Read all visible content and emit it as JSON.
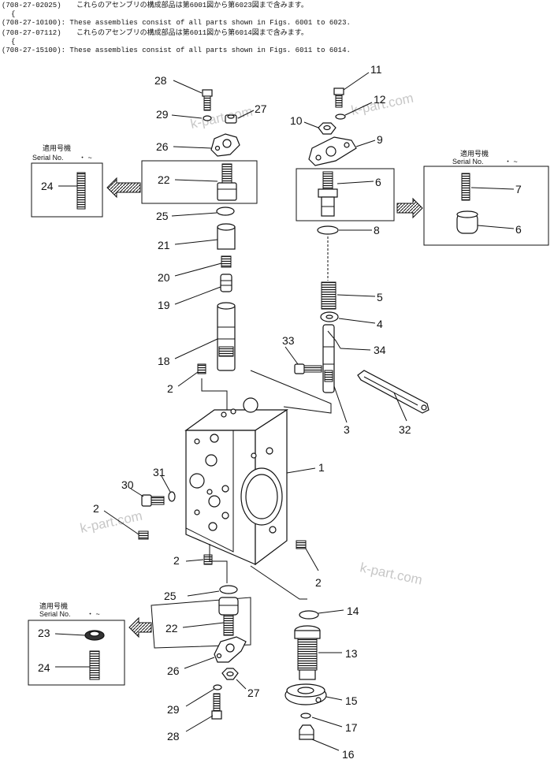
{
  "header": {
    "line1_code": "(708-27-02025)",
    "line1_sep": "{",
    "line1_jp": "これらのアセンブリの構成部品は第6001図から第6023図まで含みます。",
    "line2_code": "(708-27-10100):",
    "line2_en": "These assemblies consist of all parts shown in Figs. 6001 to 6023.",
    "line3_code": "(708-27-07112)",
    "line3_sep": "{",
    "line3_jp": "これらのアセンブリの構成部品は第6011図から第6014図まで含みます。",
    "line4_code": "(708-27-15100):",
    "line4_en": "These assemblies consist of all parts shown in Figs. 6011 to 6014."
  },
  "serial_boxes": {
    "left_top": {
      "jp": "適用号機",
      "label": "Serial No.",
      "range": "・ ~"
    },
    "right_top": {
      "jp": "適用号機",
      "label": "Serial No.",
      "range": "・ ~"
    },
    "left_bottom": {
      "jp": "適用号機",
      "label": "Serial No.",
      "range": "・ ~"
    }
  },
  "callouts": {
    "c28a": "28",
    "c29a": "29",
    "c27a": "27",
    "c26a": "26",
    "c22a": "22",
    "c24a": "24",
    "c25a": "25",
    "c21": "21",
    "c20": "20",
    "c19": "19",
    "c18": "18",
    "c2a": "2",
    "c11": "11",
    "c12": "12",
    "c10": "10",
    "c9": "9",
    "c6a": "6",
    "c7": "7",
    "c6b": "6",
    "c8": "8",
    "c5": "5",
    "c4": "4",
    "c33": "33",
    "c34": "34",
    "c3": "3",
    "c32": "32",
    "c1": "1",
    "c31": "31",
    "c30": "30",
    "c2b": "2",
    "c2c": "2",
    "c2d": "2",
    "c25b": "25",
    "c23": "23",
    "c22b": "22",
    "c24b": "24",
    "c26b": "26",
    "c29b": "29",
    "c27b": "27",
    "c28b": "28",
    "c14": "14",
    "c13": "13",
    "c15": "15",
    "c17": "17",
    "c16": "16"
  },
  "watermark": "k-part.com"
}
